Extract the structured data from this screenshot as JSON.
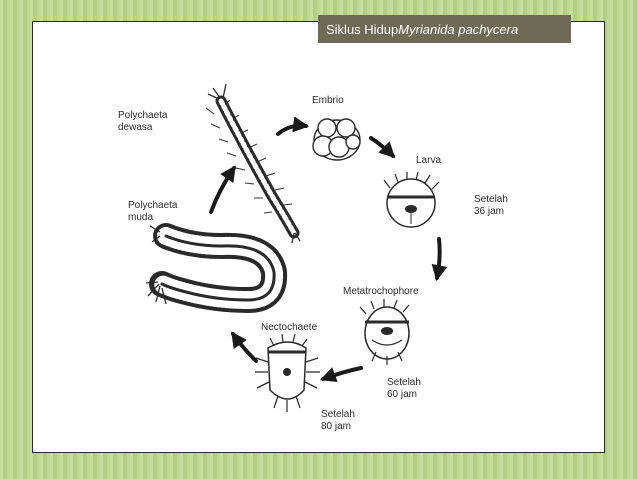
{
  "title": {
    "prefix": "Siklus Hidup ",
    "species": "Myrianida pachycera"
  },
  "stages": {
    "adult": [
      "Polychaeta",
      "dewasa"
    ],
    "young": [
      "Polychaeta",
      "muda"
    ],
    "embryo": "Embrio",
    "larva": "Larva",
    "larva_time": [
      "Setelah",
      "36 jam"
    ],
    "metatrochophore": "Metatrochophore",
    "metatrochophore_time": [
      "Setelah",
      "60 jam"
    ],
    "nectochaete": "Nectochaete",
    "nectochaete_time": [
      "Setelah",
      "80 jam"
    ]
  },
  "colors": {
    "background": "#b9d68a",
    "title_bar": "#6f6a55",
    "drawing": "#2a2a2a"
  }
}
